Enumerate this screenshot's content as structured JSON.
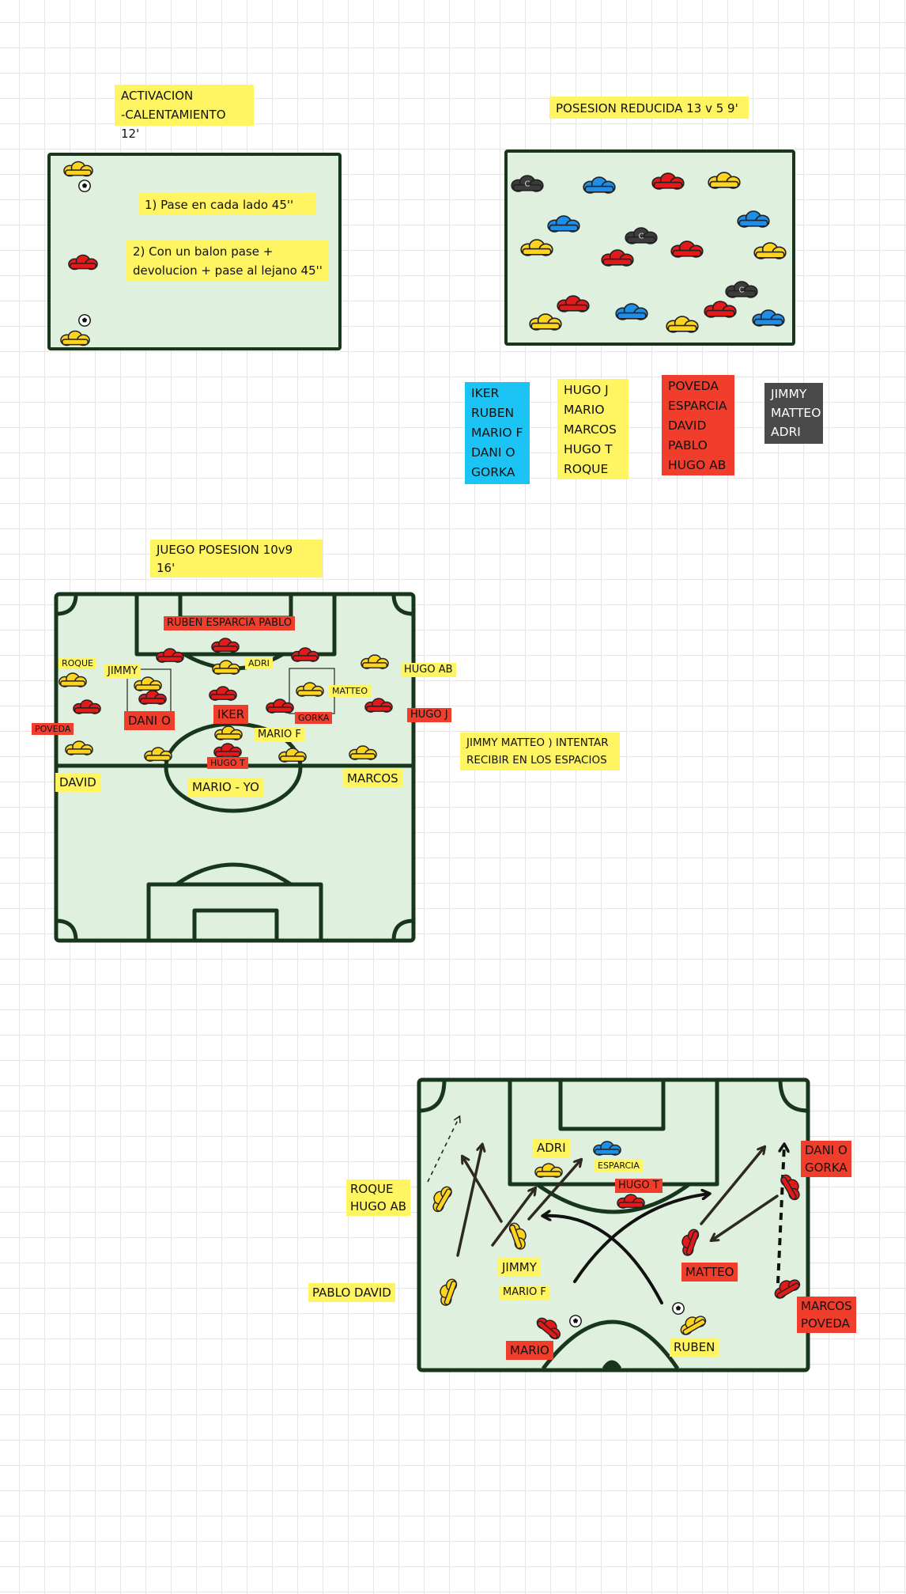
{
  "colors": {
    "yellow": "#ffd41f",
    "red": "#e41a1a",
    "blue": "#1d8fea",
    "gray": "#3c3c3c",
    "field_fill": "#dff1de",
    "field_line": "#17361c",
    "note_yellow": "#fff462",
    "note_red": "#f03d2c",
    "note_blue": "#1cc4f5",
    "note_gray": "#4a4a4a"
  },
  "icons": {
    "player": "player-token-icon",
    "ball": "soccer-ball-icon",
    "captain": "captain-c-icon"
  },
  "activation": {
    "title": "ACTIVACION\n-CALENTAMIENTO 12'",
    "step1": "1) Pase en cada lado 45''",
    "step2": "2) Con un balon pase +\ndevolucion + pase al lejano 45''"
  },
  "possession_small": {
    "title": "POSESION REDUCIDA 13 v 5 9'",
    "captain_mark": "C",
    "teams": {
      "blue": "IKER\nRUBEN\nMARIO F\nDANI O\nGORKA",
      "yellow": "HUGO J\nMARIO\nMARCOS\nHUGO T\nROQUE",
      "red": "POVEDA\nESPARCIA\nDAVID\nPABLO\nHUGO AB",
      "gray": "JIMMY\nMATTEO\nADRI"
    }
  },
  "game_possession": {
    "title": "JUEGO POSESION 10v9\n16'",
    "note": "JIMMY MATTEO ) INTENTAR\nRECIBIR EN LOS ESPACIOS",
    "labels": {
      "ruben_esparcia_pablo": "RUBEN ESPARCIA PABLO",
      "roque": "ROQUE",
      "jimmy": "JIMMY",
      "adri": "ADRI",
      "hugo_ab": "HUGO AB",
      "matteo": "MATTEO",
      "poveda": "POVEDA",
      "dani_o": "DANI O",
      "iker": "IKER",
      "gorka": "GORKA",
      "hugo_j": "HUGO J",
      "mario_f": "MARIO F",
      "hugo_t": "HUGO T",
      "david": "DAVID",
      "mario_yo": "MARIO - YO",
      "marcos": "MARCOS"
    }
  },
  "drill": {
    "labels": {
      "adri": "ADRI",
      "esparcia": "ESPARCIA",
      "hugo_t": "HUGO T",
      "dani_o_gorka": "DANI O\nGORKA",
      "roque_hugo_ab": "ROQUE\nHUGO AB",
      "jimmy": "JIMMY",
      "mario_f": "MARIO F",
      "matteo": "MATTEO",
      "pablo_david": "PABLO DAVID",
      "marcos_poveda": "MARCOS\nPOVEDA",
      "mario": "MARIO",
      "ruben": "RUBEN"
    }
  }
}
